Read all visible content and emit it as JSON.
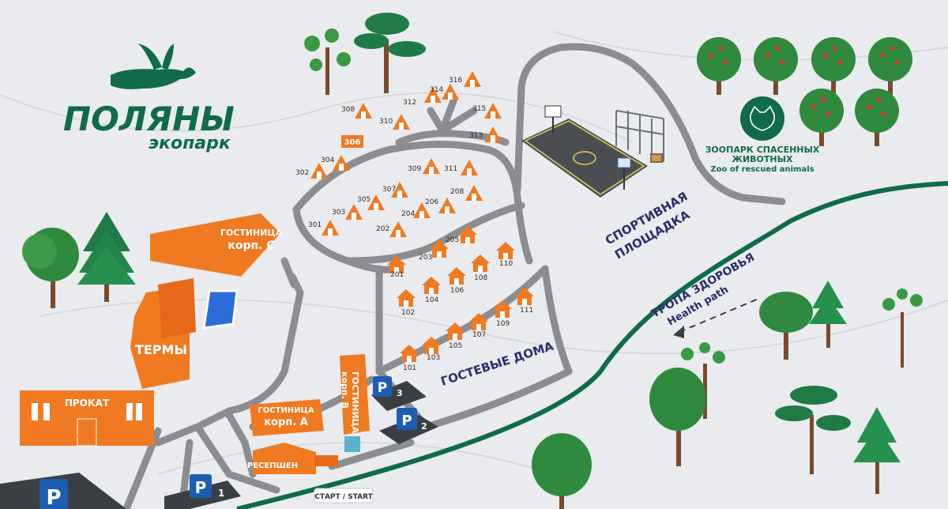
{
  "logo": {
    "title": "ПОЛЯНЫ",
    "subtitle": "экопарк"
  },
  "buildings": {
    "hotel_c": [
      "ГОСТИНИЦА",
      "корп. С"
    ],
    "hotel_a": [
      "ГОСТИНИЦА",
      "корп. А"
    ],
    "hotel_b": [
      "ГОСТИНИЦА",
      "корп. В"
    ],
    "terms": "ТЕРМЫ",
    "rental": "ПРОКАТ",
    "reception": "РЕСЕПШЕН"
  },
  "areas": {
    "sport": [
      "СПОРТИВНАЯ",
      "ПЛОЩАДКА"
    ],
    "guest_houses": "ГОСТЕВЫЕ ДОМА",
    "zoo": [
      "ЗООПАРК СПАСЕННЫХ",
      "ЖИВОТНЫХ",
      "Zoo of rescued animals"
    ],
    "health_path": [
      "ТРОПА ЗДОРОВЬЯ",
      "Health path"
    ]
  },
  "start_label": "СТАРТ / START",
  "parking": [
    {
      "num": "1"
    },
    {
      "num": "2"
    },
    {
      "num": "3"
    },
    {
      "num": ""
    }
  ],
  "parking_symbol": "P",
  "tent_cabins": [
    "301",
    "302",
    "303",
    "304",
    "305",
    "306",
    "307",
    "308",
    "309",
    "310",
    "311",
    "312",
    "313",
    "314",
    "315",
    "316",
    "202",
    "204",
    "206",
    "208"
  ],
  "guest_houses_list": [
    "101",
    "102",
    "103",
    "104",
    "105",
    "106",
    "107",
    "108",
    "109",
    "110",
    "111",
    "201",
    "203",
    "205"
  ],
  "colors": {
    "orange": "#f07a22",
    "green": "#0f6b4a",
    "road": "#8b8d90",
    "court": "#4a4e53"
  }
}
